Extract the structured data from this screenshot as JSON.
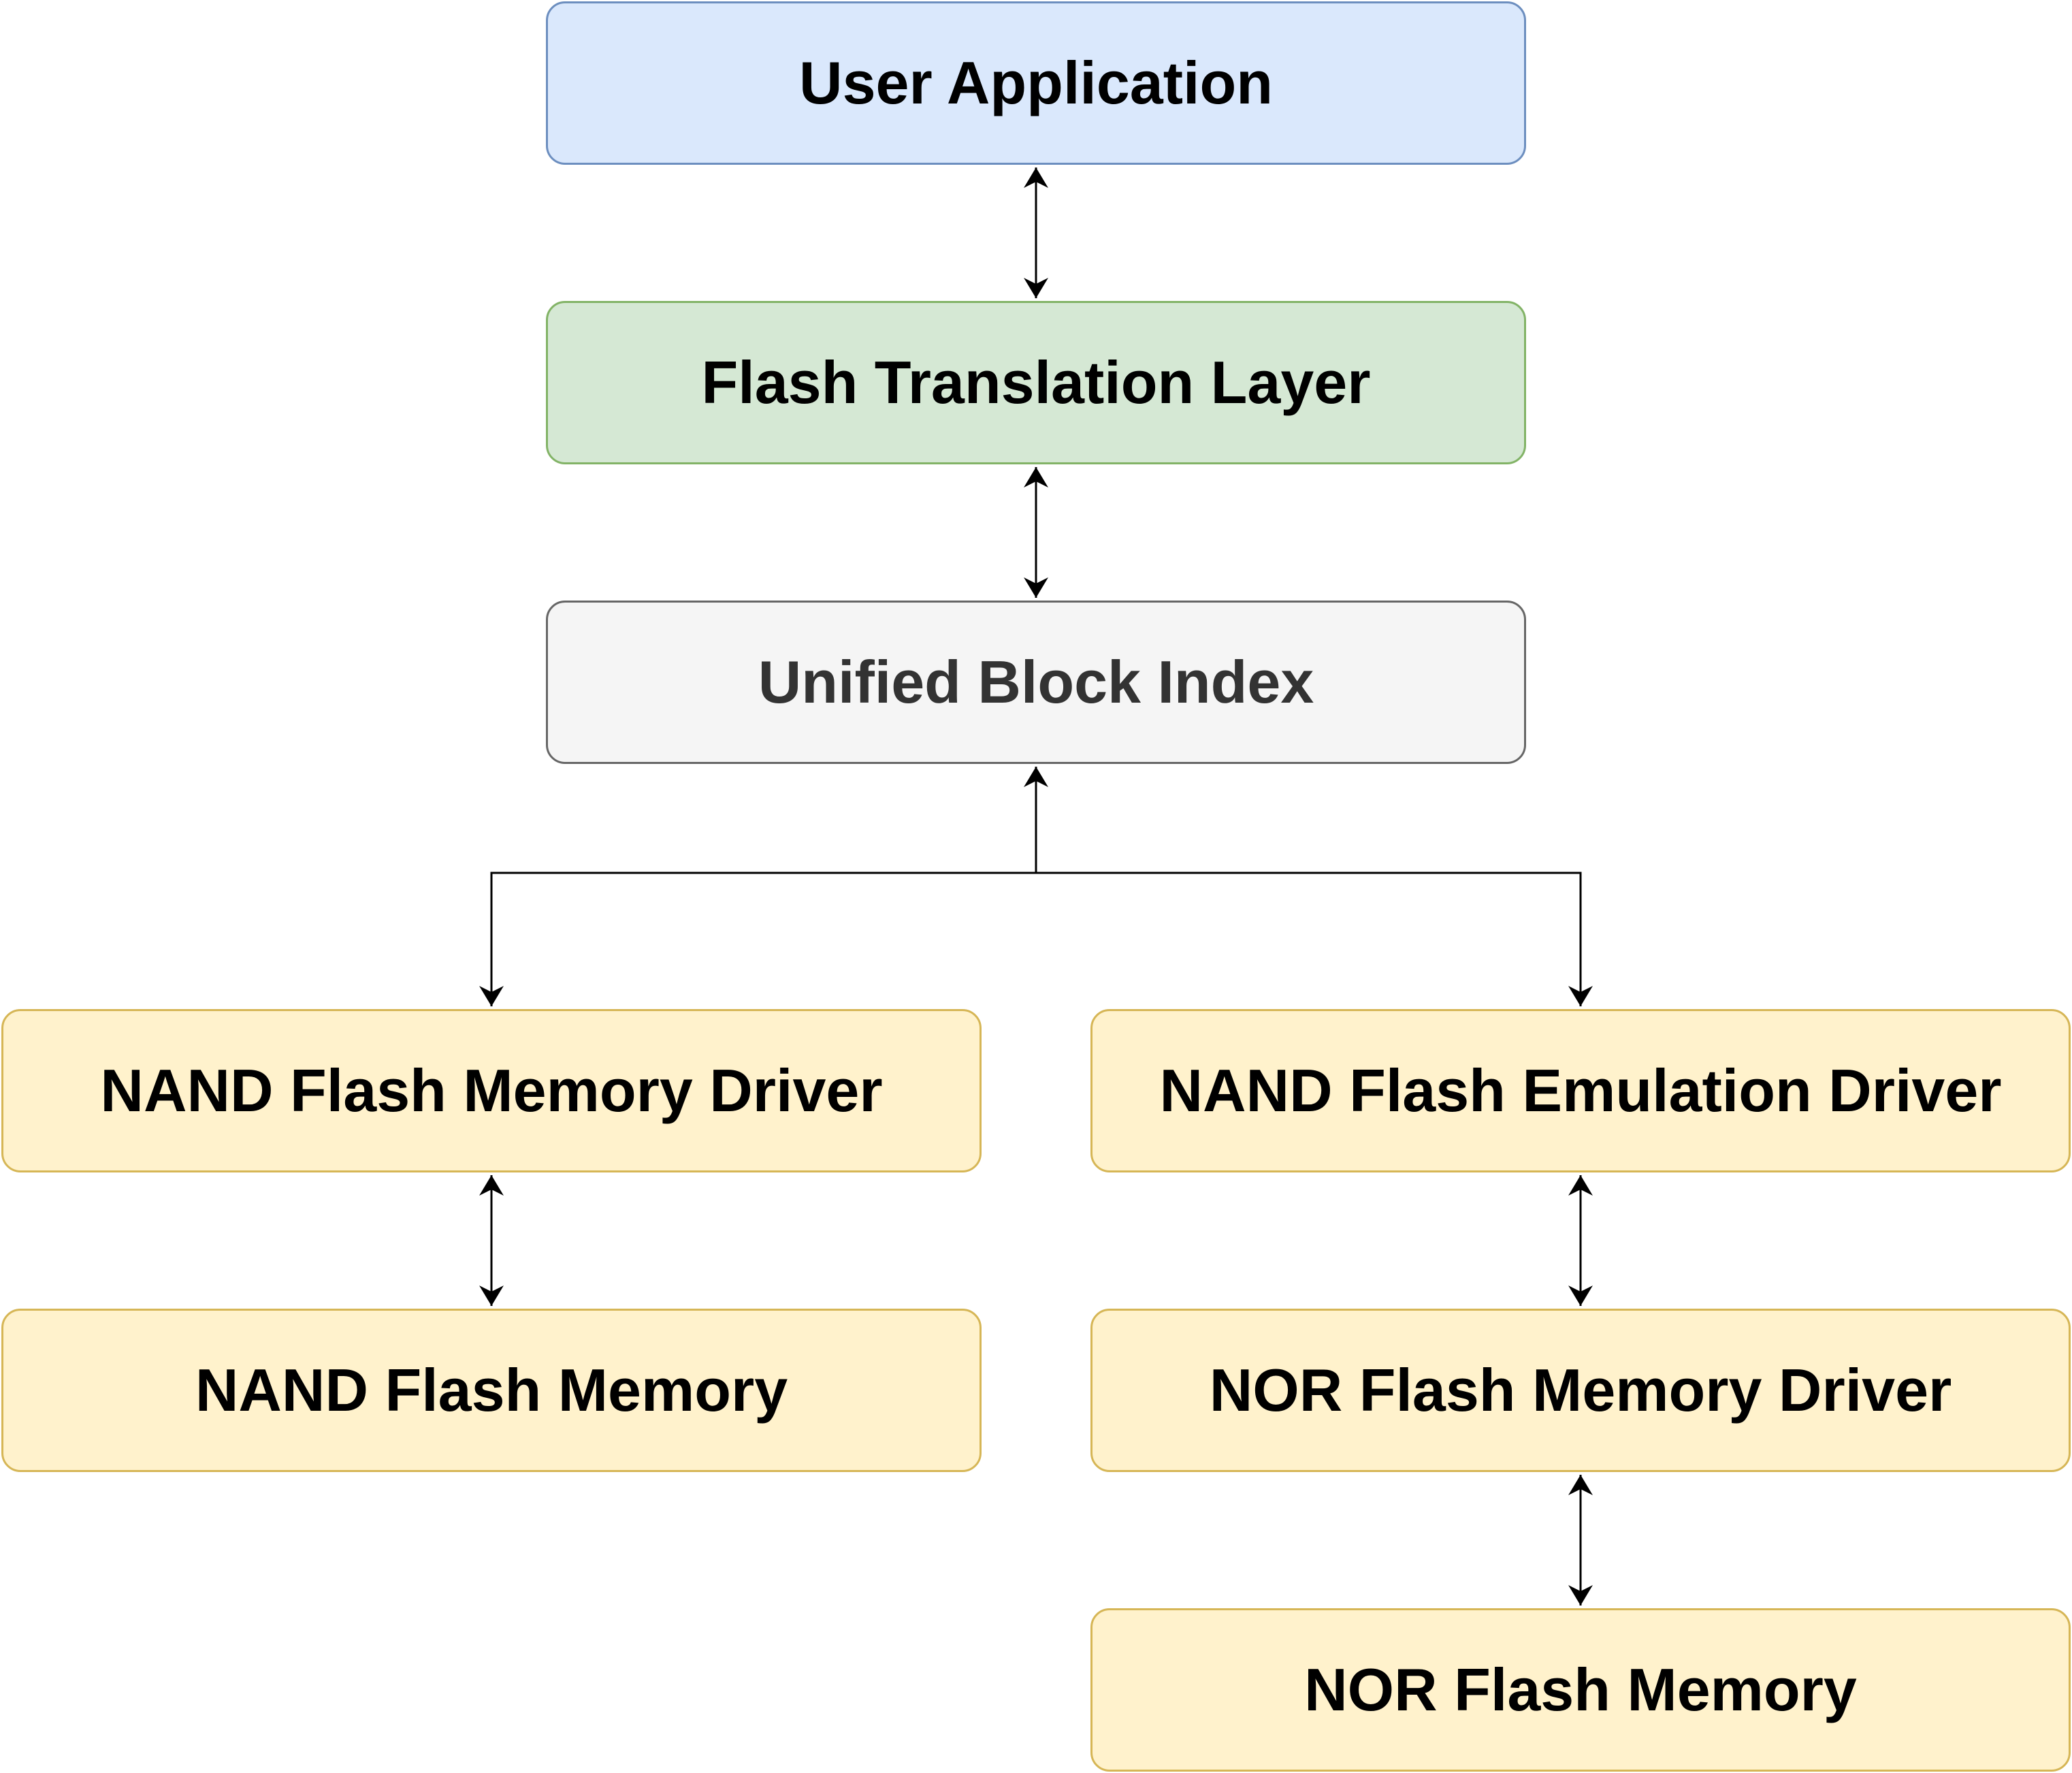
{
  "nodes": {
    "user_application": "User Application",
    "flash_translation_layer": "Flash Translation Layer",
    "unified_block_index": "Unified Block Index",
    "nand_flash_memory_driver": "NAND Flash Memory Driver",
    "nand_flash_emulation_driver": "NAND Flash Emulation Driver",
    "nand_flash_memory": "NAND Flash Memory",
    "nor_flash_memory_driver": "NOR Flash Memory Driver",
    "nor_flash_memory": "NOR Flash Memory"
  },
  "colors": {
    "blue_fill": "#dae8fc",
    "blue_stroke": "#6c8ebf",
    "green_fill": "#d5e8d4",
    "green_stroke": "#82b366",
    "gray_fill": "#f5f5f5",
    "gray_stroke": "#666666",
    "yellow_fill": "#fff2cc",
    "yellow_stroke": "#d6b656",
    "connector": "#000000"
  }
}
